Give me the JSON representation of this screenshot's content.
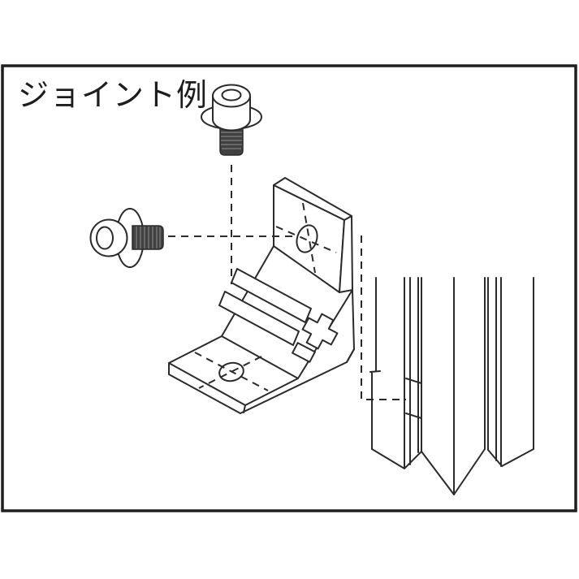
{
  "title": {
    "label": "ジョイント例"
  },
  "frame": {
    "background": "#ffffff",
    "border_color": "#1f1f1f"
  },
  "colors": {
    "line": "#2b2b2b",
    "bolt_fill": "#414141",
    "thread_line": "#8f8f8f"
  },
  "parts": {
    "top_bolt": "socket-head-cap-screw-with-washer-vertical",
    "left_bolt": "socket-head-cap-screw-with-washer-horizontal",
    "bracket": "corner-angle-bracket-with-two-holes",
    "extrusion": "aluminum-frame-extrusion-profile",
    "assembly_guides": "dashed-assembly-alignment-lines"
  }
}
